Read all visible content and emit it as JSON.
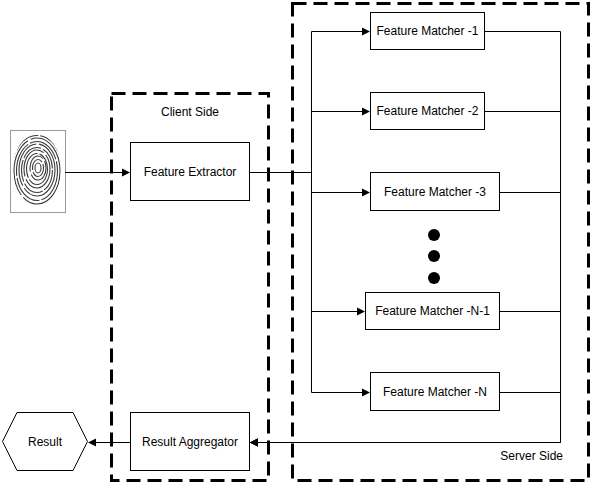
{
  "diagram": {
    "nodes": [
      {
        "text": [
          "Client Side"
        ]
      },
      {
        "text": [
          "Feature Extractor"
        ],
        "in": 0
      },
      {
        "text": [
          "Result Aggregator"
        ],
        "in": 0
      },
      {
        "text": [
          "Server Side"
        ]
      },
      {
        "text": [
          "Feature Matcher -1"
        ],
        "in": 3
      },
      {
        "text": [
          "Feature Matcher -2"
        ],
        "in": 3
      },
      {
        "text": [
          "Feature Matcher -3"
        ],
        "in": 3
      },
      {
        "text": [
          "Feature Matcher -N-1"
        ],
        "in": 3
      },
      {
        "text": [
          "Feature Matcher -N"
        ],
        "in": 3
      },
      {
        "text": [
          "Result"
        ]
      }
    ],
    "edges": [
      {
        "from": 1,
        "to": 4,
        "arrow": "to"
      },
      {
        "from": 1,
        "to": 5,
        "arrow": "to"
      },
      {
        "from": 1,
        "to": 6,
        "arrow": "to"
      },
      {
        "from": 1,
        "to": 7,
        "arrow": "to"
      },
      {
        "from": 1,
        "to": 8,
        "arrow": "to"
      },
      {
        "from": 4,
        "to": 2,
        "arrow": "to"
      },
      {
        "from": 5,
        "to": 2,
        "arrow": "to"
      },
      {
        "from": 6,
        "to": 2,
        "arrow": "to"
      },
      {
        "from": 7,
        "to": 2,
        "arrow": "to"
      },
      {
        "from": 8,
        "to": 2,
        "arrow": "to"
      },
      {
        "from": 2,
        "to": 9,
        "arrow": "to"
      }
    ]
  }
}
